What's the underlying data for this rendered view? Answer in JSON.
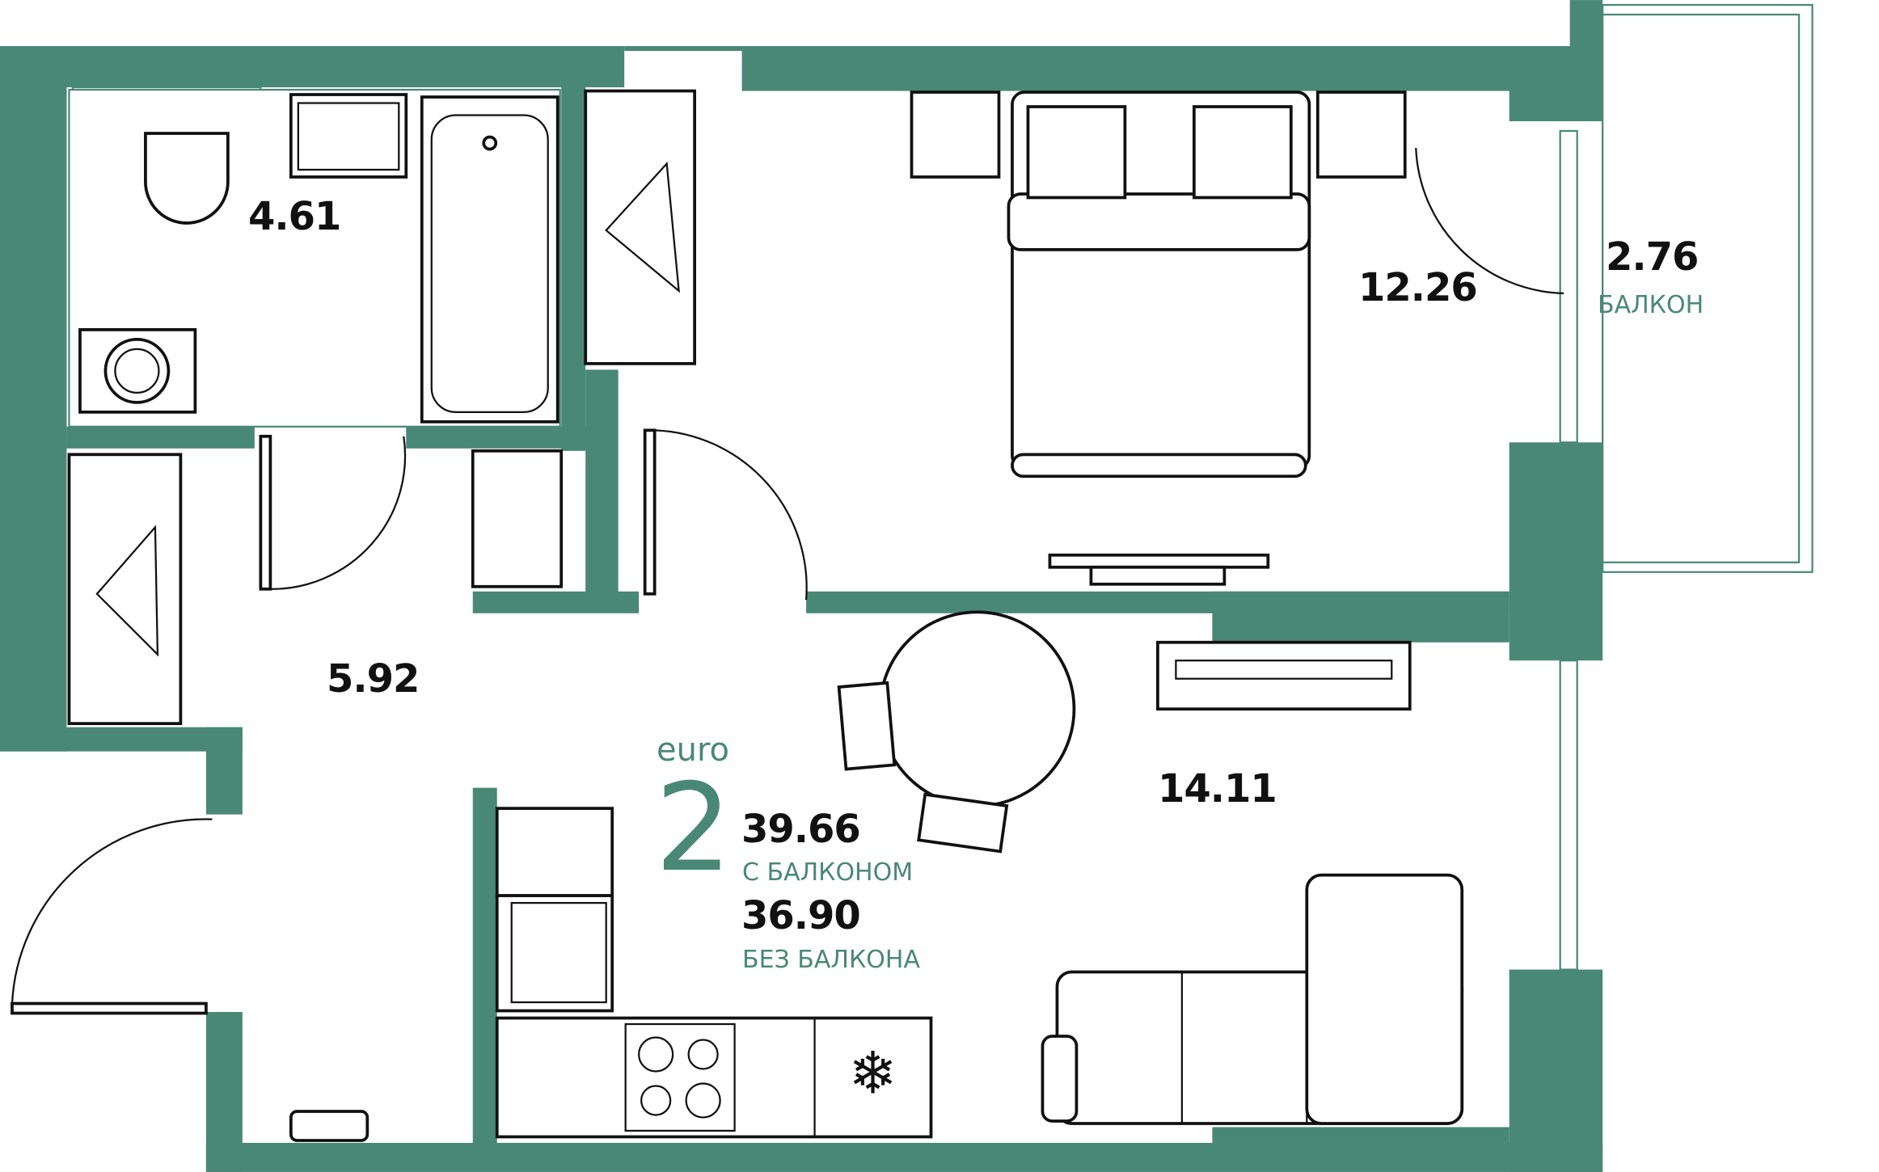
{
  "plan": {
    "type_label": "euro",
    "rooms_count": "2",
    "area_with_balcony": "39.66",
    "area_with_balcony_caption": "С БАЛКОНОМ",
    "area_without_balcony": "36.90",
    "area_without_balcony_caption": "БЕЗ БАЛКОНА",
    "accent_color": "#4a8876"
  },
  "rooms": {
    "bathroom": "4.61",
    "hallway": "5.92",
    "bedroom": "12.26",
    "living_kitchen": "14.11",
    "balcony": "2.76",
    "balcony_caption": "БАЛКОН"
  }
}
